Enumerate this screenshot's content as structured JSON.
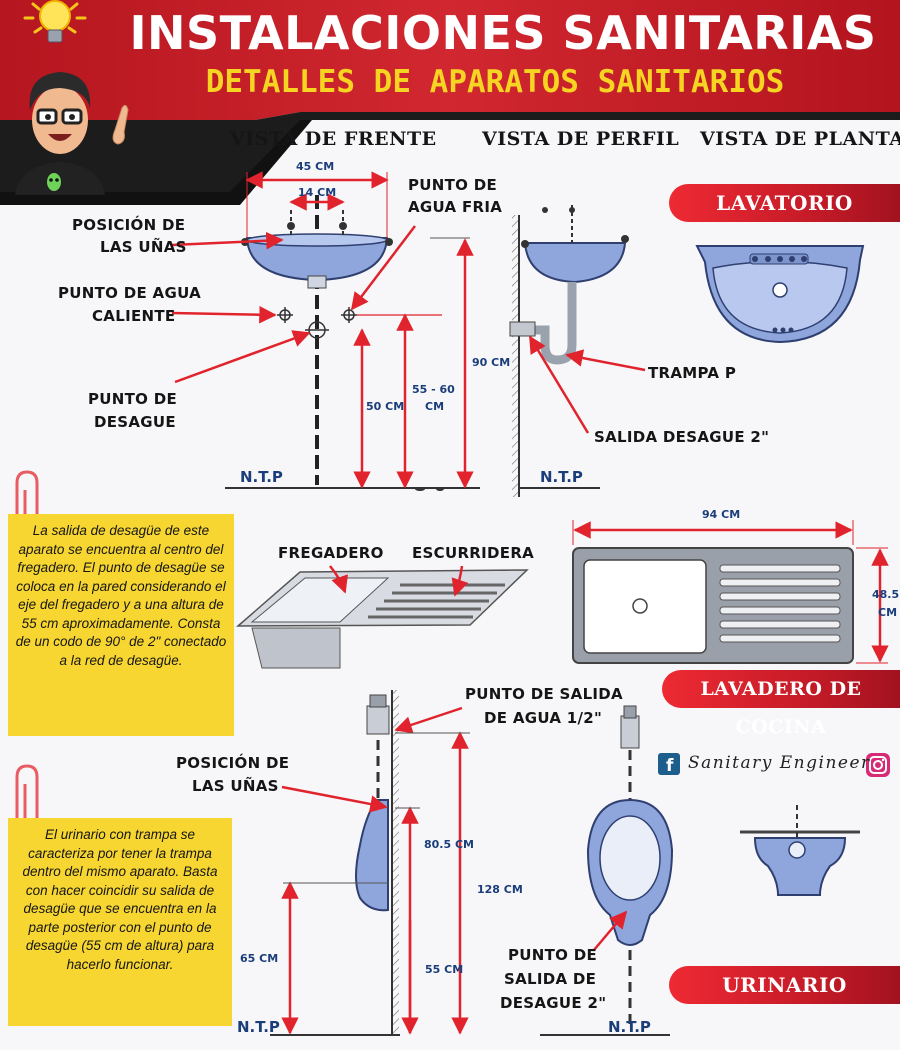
{
  "header": {
    "title": "INSTALACIONES SANITARIAS",
    "subtitle": "DETALLES DE APARATOS SANITARIOS"
  },
  "views": {
    "front": "VISTA DE FRENTE",
    "profile": "VISTA DE PERFIL",
    "plan": "VISTA DE PLANTA"
  },
  "sections": {
    "lavatorio": "LAVATORIO",
    "lavadero": "LAVADERO DE COCINA",
    "urinario": "URINARIO"
  },
  "lavatorio": {
    "dim_width": "45 CM",
    "dim_taps": "14 CM",
    "label_unas_1": "POSICIÓN DE",
    "label_unas_2": "LAS UÑAS",
    "label_caliente_1": "PUNTO DE AGUA",
    "label_caliente_2": "CALIENTE",
    "label_fria_1": "PUNTO DE",
    "label_fria_2": "AGUA FRIA",
    "label_desague_1": "PUNTO DE",
    "label_desague_2": "DESAGUE",
    "dim_50": "50 CM",
    "dim_55_60_1": "55 - 60",
    "dim_55_60_2": "CM",
    "dim_90": "90 CM",
    "ntp_front": "N.T.P",
    "ntp_profile": "N.T.P",
    "label_trampa": "TRAMPA P",
    "label_salida": "SALIDA DESAGUE 2\""
  },
  "lavadero": {
    "note": "La salida de desagüe de este aparato se encuentra al centro del fregadero. El punto de desagüe se coloca en la pared considerando el eje del fregadero y a una altura de 55 cm aproximadamente. Consta de un codo de 90° de 2\" conectado a la red de desagüe.",
    "label_fregadero": "FREGADERO",
    "label_escurridera": "ESCURRIDERA",
    "dim_94": "94 CM",
    "dim_48_1": "48.5",
    "dim_48_2": "CM"
  },
  "urinario": {
    "note": "El urinario con trampa se caracteriza por tener la trampa dentro del mismo aparato. Basta con hacer coincidir su salida de desagüe que se encuentra en la parte posterior con el punto de desagüe (55 cm de altura) para hacerlo funcionar.",
    "label_salida_agua_1": "PUNTO DE SALIDA",
    "label_salida_agua_2": "DE AGUA 1/2\"",
    "label_unas_1": "POSICIÓN DE",
    "label_unas_2": "LAS UÑAS",
    "dim_80": "80.5 CM",
    "dim_128": "128 CM",
    "dim_65": "65 CM",
    "dim_55": "55 CM",
    "label_desague_1": "PUNTO DE",
    "label_desague_2": "SALIDA DE",
    "label_desague_3": "DESAGUE 2\"",
    "ntp_1": "N.T.P",
    "ntp_2": "N.T.P"
  },
  "brand": {
    "name": "Sanitary Engineer",
    "icons": [
      "facebook-icon",
      "instagram-icon"
    ]
  },
  "colors": {
    "header_red": "#c8202c",
    "subtitle_yellow": "#f5d422",
    "pill_red": "#e32630",
    "fixture_blue": "#8ea6dc",
    "arrow_red": "#e0232c",
    "note_yellow": "#f7d631",
    "dim_blue": "#1b3d7a"
  }
}
